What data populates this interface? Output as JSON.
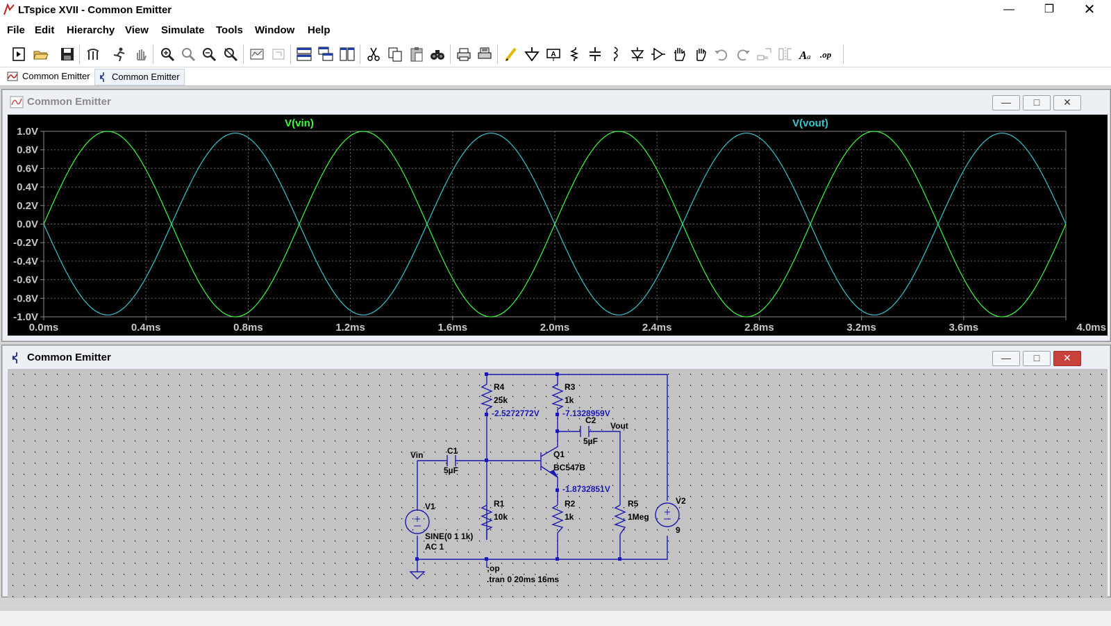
{
  "window": {
    "title": "LTspice XVII - Common Emitter"
  },
  "menu": [
    "File",
    "Edit",
    "Hierarchy",
    "View",
    "Simulate",
    "Tools",
    "Window",
    "Help"
  ],
  "tabs": [
    {
      "label": "Common Emitter",
      "kind": "waveform"
    },
    {
      "label": "Common Emitter",
      "kind": "schematic"
    }
  ],
  "toolbar_icons": [
    "new-schematic-icon",
    "open-icon",
    "save-icon",
    "control-panel-icon",
    "run-icon",
    "halt-icon",
    "zoom-in-icon",
    "zoom-full-icon",
    "zoom-out-icon",
    "zoom-cancel-icon",
    "autorange-icon",
    "probe-icon",
    "tile-horizontal-icon",
    "cascade-icon",
    "tile-vertical-icon",
    "cut-icon",
    "copy-icon",
    "paste-icon",
    "find-icon",
    "print-setup-icon",
    "print-icon",
    "draw-wire-icon",
    "ground-icon",
    "label-net-icon",
    "resistor-icon",
    "capacitor-icon",
    "inductor-icon",
    "diode-icon",
    "component-icon",
    "move-icon",
    "drag-icon",
    "undo-icon",
    "redo-icon",
    "rotate-icon",
    "mirror-icon",
    "text-icon",
    "spice-directive-icon"
  ],
  "waveform_window": {
    "title": "Common Emitter",
    "chart_data": {
      "type": "line",
      "title": "",
      "xlabel": "",
      "ylabel": "",
      "xlim": [
        0,
        4.0
      ],
      "ylim": [
        -1.0,
        1.0
      ],
      "x_unit": "ms",
      "grid": true,
      "x_ticks": [
        "0.0ms",
        "0.4ms",
        "0.8ms",
        "1.2ms",
        "1.6ms",
        "2.0ms",
        "2.4ms",
        "2.8ms",
        "3.2ms",
        "3.6ms",
        "4.0ms"
      ],
      "y_ticks": [
        "1.0V",
        "0.8V",
        "0.6V",
        "0.4V",
        "0.2V",
        "0.0V",
        "-0.2V",
        "-0.4V",
        "-0.6V",
        "-0.8V",
        "-1.0V"
      ],
      "series": [
        {
          "name": "V(vin)",
          "color": "#3cff3c",
          "kind": "sine",
          "amplitude": 1.0,
          "frequency_khz": 1.0,
          "phase_deg": 0
        },
        {
          "name": "V(vout)",
          "color": "#35c8d0",
          "kind": "sine",
          "amplitude": 0.98,
          "frequency_khz": 1.0,
          "phase_deg": 180
        }
      ]
    }
  },
  "schematic_window": {
    "title": "Common Emitter",
    "labels": {
      "r4": "R4",
      "r4v": "25k",
      "r3": "R3",
      "r3v": "1k",
      "r1": "R1",
      "r1v": "10k",
      "r2": "R2",
      "r2v": "1k",
      "r5": "R5",
      "r5v": "1Meg",
      "c1": "C1",
      "c1v": "5µF",
      "c2": "C2",
      "c2v": "5µF",
      "q1": "Q1",
      "q1v": "BC547B",
      "v1": "V1",
      "v1a": "SINE(0 1 1k)",
      "v1b": "AC 1",
      "v2": "V2",
      "v2v": "9",
      "vin": "Vin",
      "vout": "Vout",
      "node1": "2.5272772V",
      "node2": "7.1328959V",
      "node3": "1.8732851V",
      "dir1": ";op",
      "dir2": ".tran 0 20ms 16ms"
    }
  }
}
